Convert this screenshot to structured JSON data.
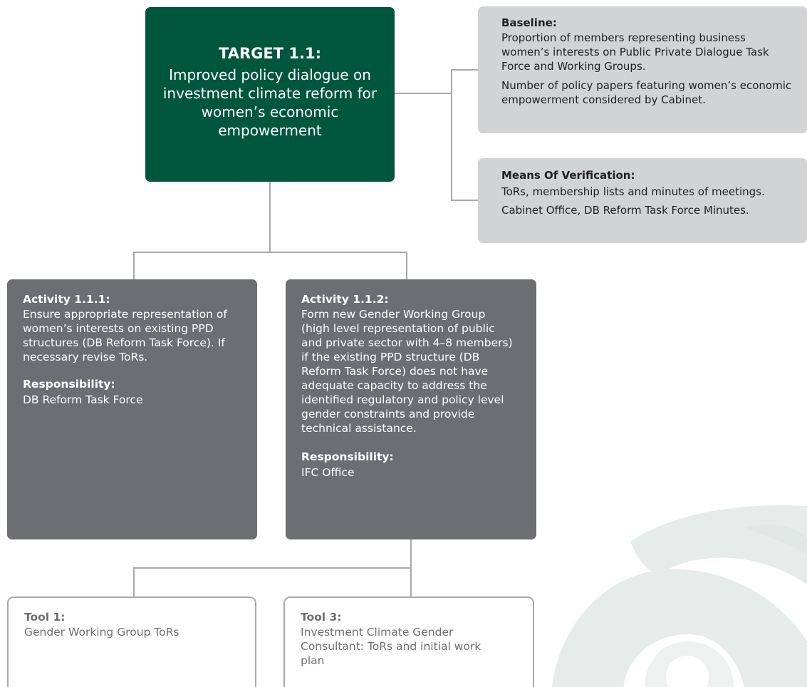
{
  "target": {
    "title": "TARGET 1.1:",
    "body": "Improved policy dialogue on investment climate reform for women’s economic empowerment"
  },
  "baseline": {
    "heading": "Baseline:",
    "items": [
      "Proportion of members representing business women’s interests on Public Private Dialogue Task Force and Working Groups.",
      "Number of policy papers featuring women’s economic empowerment considered by Cabinet."
    ]
  },
  "verification": {
    "heading": "Means Of Verification:",
    "items": [
      "ToRs, membership lists and minutes of meetings.",
      "Cabinet Office, DB Reform Task Force Minutes."
    ]
  },
  "activities": [
    {
      "heading": "Activity 1.1.1:",
      "body": "Ensure appropriate representation of women’s interests on existing PPD structures (DB Reform Task Force). If necessary revise ToRs.",
      "responsibility_heading": "Responsibility:",
      "responsibility": "DB Reform Task Force"
    },
    {
      "heading": "Activity 1.1.2:",
      "body": "Form new Gender Working Group (high level representation of public and private sector with 4–8 members) if the existing PPD structure (DB Reform Task Force) does not have adequate capacity to address the identified regulatory and policy level gender constraints and provide technical assistance.",
      "responsibility_heading": "Responsibility:",
      "responsibility": "IFC Office"
    }
  ],
  "tools": [
    {
      "heading": "Tool 1:",
      "body": "Gender Working Group ToRs"
    },
    {
      "heading": "Tool 3:",
      "body": "Investment Climate Gender Consultant: ToRs and initial work plan"
    }
  ],
  "colors": {
    "target_green": "#00573b",
    "activity_grey": "#6d6e71",
    "info_grey": "#d1d3d4",
    "connector": "#a7a9ac"
  }
}
